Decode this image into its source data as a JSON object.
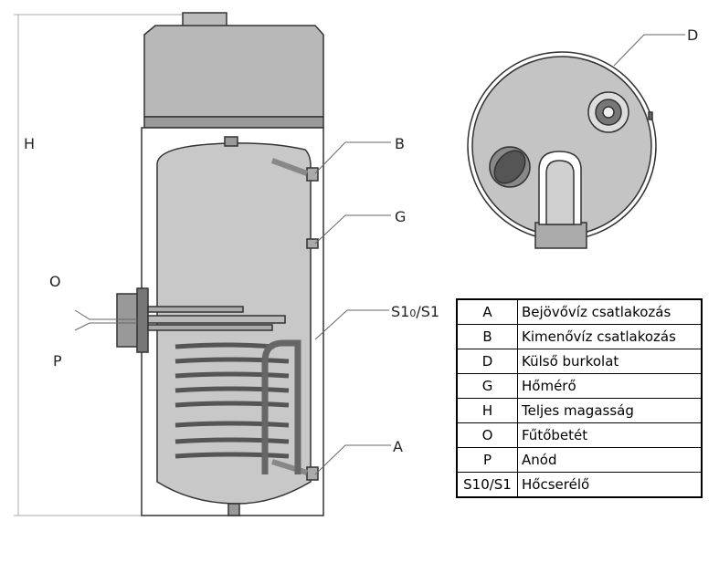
{
  "labels": {
    "H": "H",
    "B": "B",
    "G": "G",
    "O": "O",
    "P": "P",
    "S": "S1",
    "S_sub": "0",
    "S_end": "/S1",
    "A": "A",
    "D": "D"
  },
  "legend": [
    {
      "code": "A",
      "desc": "Bejövővíz csatlakozás"
    },
    {
      "code": "B",
      "desc": "Kimenővíz csatlakozás"
    },
    {
      "code": "D",
      "desc": "Külső burkolat"
    },
    {
      "code": "G",
      "desc": "Hőmérő"
    },
    {
      "code": "H",
      "desc": "Teljes magasság"
    },
    {
      "code": "O",
      "desc": "Fűtőbetét"
    },
    {
      "code": "P",
      "desc": " Anód"
    },
    {
      "code": "S10/S1",
      "desc": "Hőcserélő"
    }
  ]
}
